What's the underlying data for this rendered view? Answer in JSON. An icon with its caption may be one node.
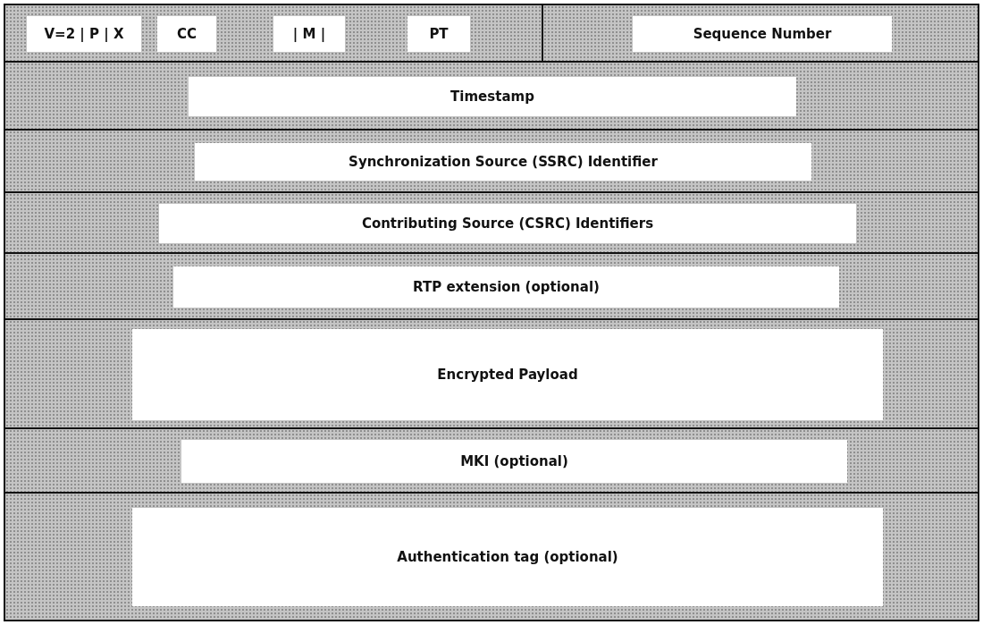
{
  "diagram": {
    "nodes": [
      {
        "text": [
          "V=2 | P | X",
          "CC",
          "| M |",
          "PT"
        ]
      },
      {
        "text": [
          "Sequence Number"
        ]
      },
      {
        "text": [
          "Timestamp"
        ]
      },
      {
        "text": [
          "Synchronization Source (SSRC) Identifier"
        ]
      },
      {
        "text": [
          "Contributing Source (CSRC) Identifiers"
        ]
      },
      {
        "text": [
          "RTP extension (optional)"
        ]
      },
      {
        "text": [
          "Encrypted Payload"
        ]
      },
      {
        "text": [
          "MKI (optional)"
        ]
      },
      {
        "text": [
          "Authentication tag (optional)"
        ]
      }
    ]
  }
}
